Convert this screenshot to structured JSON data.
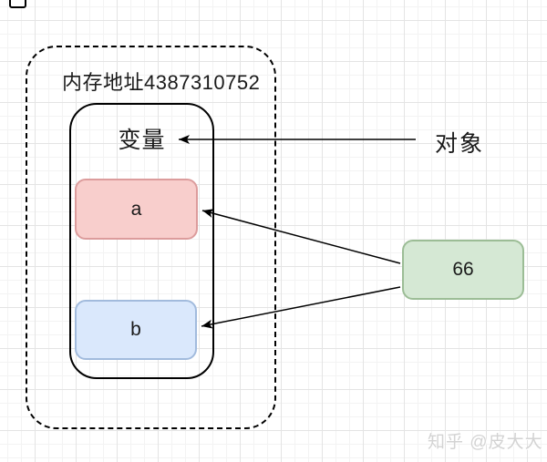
{
  "memory_box": {
    "label": "内存地址4387310752"
  },
  "variable_box": {
    "label": "变量"
  },
  "slots": [
    {
      "name": "slot-a",
      "label": "a",
      "fill": "#f8cecc",
      "stroke": "#dc9c9c"
    },
    {
      "name": "slot-b",
      "label": "b",
      "fill": "#dae8fc",
      "stroke": "#a2bbdd"
    }
  ],
  "value_box": {
    "label": "66",
    "fill": "#d5e8d4",
    "stroke": "#9cbd96"
  },
  "object_label": "对象",
  "arrow_color": "#000000",
  "watermark": "知乎 @皮大大"
}
